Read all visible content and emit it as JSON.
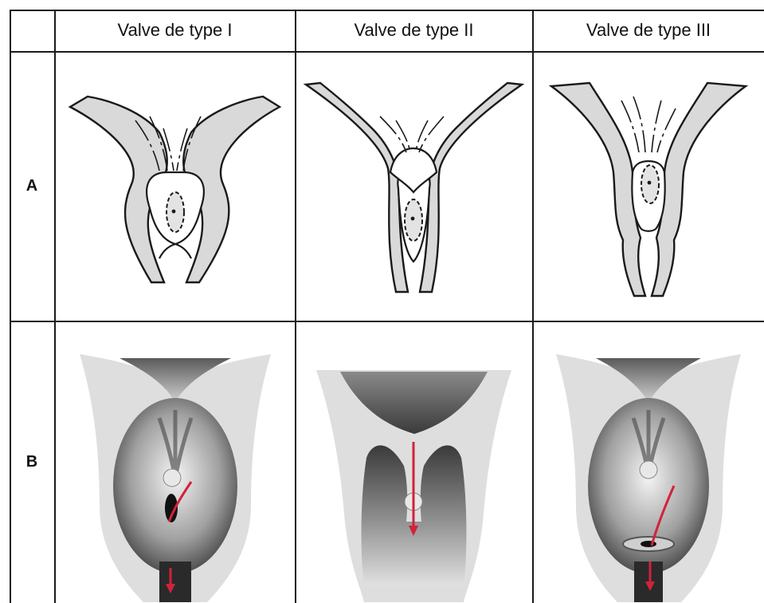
{
  "table": {
    "columns": [
      "",
      "Valve de type I",
      "Valve de type II",
      "Valve de type III"
    ],
    "rows": [
      {
        "label": "A"
      },
      {
        "label": "B"
      }
    ]
  },
  "colors": {
    "wall_fill": "#d9d9d9",
    "outline": "#1a1a1a",
    "flow_arrow": "#d0233a",
    "grid_line": "#1a1a1a"
  },
  "icons": [
    "schematic-valve-type-1",
    "schematic-valve-type-2",
    "schematic-valve-type-3",
    "render-valve-type-1",
    "render-valve-type-2",
    "render-valve-type-3",
    "flow-arrow"
  ]
}
